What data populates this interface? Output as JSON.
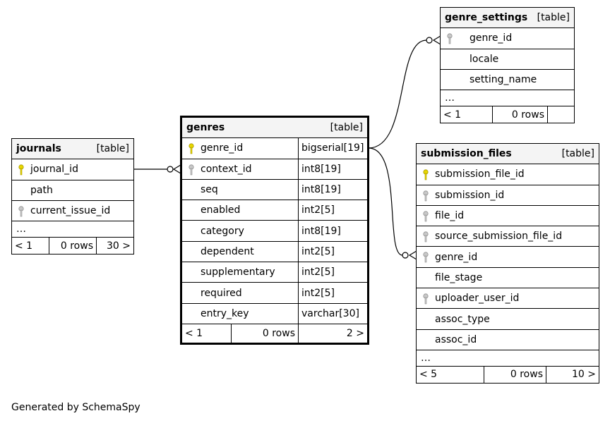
{
  "journals": {
    "name": "journals",
    "type": "[table]",
    "columns": [
      {
        "name": "journal_id",
        "key": "primary-key-icon"
      },
      {
        "name": "path",
        "key": ""
      },
      {
        "name": "current_issue_id",
        "key": "foreign-key-icon"
      }
    ],
    "ellipsis": "…",
    "footer": {
      "prev": "< 1",
      "rows": "0 rows",
      "next": "30 >"
    }
  },
  "genres": {
    "name": "genres",
    "type": "[table]",
    "columns": [
      {
        "name": "genre_id",
        "type": "bigserial[19]",
        "key": "primary-key-icon"
      },
      {
        "name": "context_id",
        "type": "int8[19]",
        "key": "foreign-key-icon"
      },
      {
        "name": "seq",
        "type": "int8[19]",
        "key": ""
      },
      {
        "name": "enabled",
        "type": "int2[5]",
        "key": ""
      },
      {
        "name": "category",
        "type": "int8[19]",
        "key": ""
      },
      {
        "name": "dependent",
        "type": "int2[5]",
        "key": ""
      },
      {
        "name": "supplementary",
        "type": "int2[5]",
        "key": ""
      },
      {
        "name": "required",
        "type": "int2[5]",
        "key": ""
      },
      {
        "name": "entry_key",
        "type": "varchar[30]",
        "key": ""
      }
    ],
    "footer": {
      "prev": "< 1",
      "rows": "0 rows",
      "next": "2 >"
    }
  },
  "genre_settings": {
    "name": "genre_settings",
    "type": "[table]",
    "columns": [
      {
        "name": "genre_id",
        "key": "foreign-key-icon"
      },
      {
        "name": "locale",
        "key": ""
      },
      {
        "name": "setting_name",
        "key": ""
      }
    ],
    "ellipsis": "…",
    "footer": {
      "prev": "< 1",
      "rows": "0 rows",
      "next": ""
    }
  },
  "submission_files": {
    "name": "submission_files",
    "type": "[table]",
    "columns": [
      {
        "name": "submission_file_id",
        "key": "primary-key-icon"
      },
      {
        "name": "submission_id",
        "key": "foreign-key-icon"
      },
      {
        "name": "file_id",
        "key": "foreign-key-icon"
      },
      {
        "name": "source_submission_file_id",
        "key": "foreign-key-icon"
      },
      {
        "name": "genre_id",
        "key": "foreign-key-icon"
      },
      {
        "name": "file_stage",
        "key": ""
      },
      {
        "name": "uploader_user_id",
        "key": "foreign-key-icon"
      },
      {
        "name": "assoc_type",
        "key": ""
      },
      {
        "name": "assoc_id",
        "key": ""
      }
    ],
    "ellipsis": "…",
    "footer": {
      "prev": "< 5",
      "rows": "0 rows",
      "next": "10 >"
    }
  },
  "credit": "Generated by SchemaSpy",
  "colors": {
    "primary_key": "#e8d700",
    "foreign_key": "#b0b0b0",
    "header_bg": "#f4f4f4"
  }
}
